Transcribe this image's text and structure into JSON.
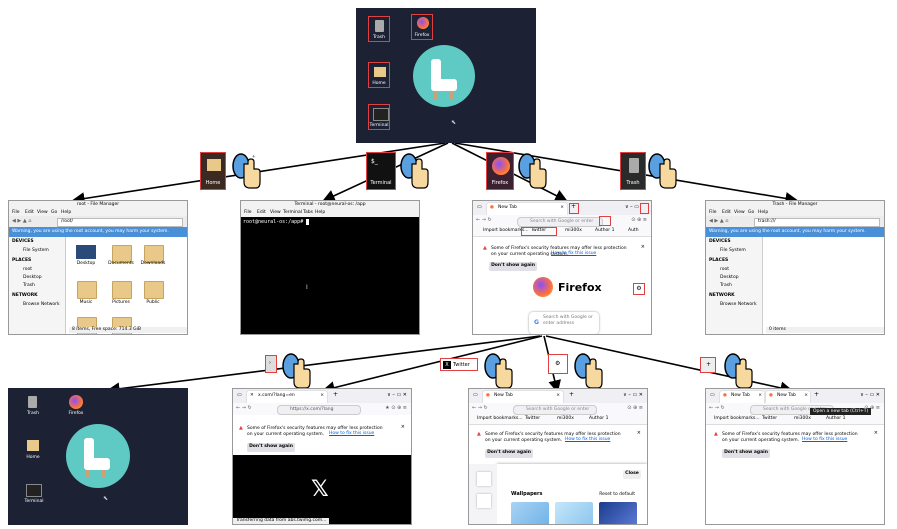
{
  "root": {
    "icons": {
      "trash": "Trash",
      "firefox": "Firefox",
      "home": "Home",
      "terminal": "Terminal"
    }
  },
  "edges_top": {
    "home": "Home",
    "terminal": "Terminal",
    "firefox": "Firefox",
    "trash": "Trash"
  },
  "edges_bottom": {
    "twitter": "Twitter"
  },
  "fm1": {
    "title": "root - File Manager",
    "menu": [
      "File",
      "Edit",
      "View",
      "Go",
      "Help"
    ],
    "path": "/root/",
    "warning": "Warning, you are using the root account, you may harm your system.",
    "side_devices": "DEVICES",
    "side_fs": "File System",
    "side_places": "PLACES",
    "side_root": "root",
    "side_desktop": "Desktop",
    "side_trash": "Trash",
    "side_network": "NETWORK",
    "side_browse": "Browse Network",
    "folders": [
      "Desktop",
      "Documents",
      "Downloads",
      "Music",
      "Pictures",
      "Public"
    ],
    "status": "8 items, Free space: 714.3 GiB"
  },
  "term": {
    "title": "Terminal - root@neural-os: /app",
    "menu": [
      "File",
      "Edit",
      "View",
      "Terminal",
      "Tabs",
      "Help"
    ],
    "prompt": "root@neural-os:/app# "
  },
  "ff1": {
    "tab": "New Tab",
    "search_placeholder": "Search with Google or enter",
    "bookmarks": [
      "Import bookmarks...",
      "Twitter",
      "mi300x",
      "Author 1",
      "Auth"
    ],
    "notice": "Some of Firefox's security features may offer less protection on your current operating system.",
    "notice_link": "How to fix this issue",
    "dont_show": "Don't show again",
    "brand": "Firefox",
    "center_search": "Search with Google or enter address"
  },
  "fm2": {
    "title": "Trash - File Manager",
    "menu": [
      "File",
      "Edit",
      "View",
      "Go",
      "Help"
    ],
    "path": "trash:///",
    "warning": "Warning, you are using the root account, you may harm your system.",
    "side_devices": "DEVICES",
    "side_fs": "File System",
    "side_places": "PLACES",
    "side_root": "root",
    "side_desktop": "Desktop",
    "side_trash": "Trash",
    "side_network": "NETWORK",
    "side_browse": "Browse Network",
    "status": "0 items"
  },
  "desk2": {
    "trash": "Trash",
    "firefox": "Firefox",
    "home": "Home",
    "terminal": "Terminal"
  },
  "ffx": {
    "tab": "x.com/?lang=en",
    "url": "https://x.com/?lang",
    "notice": "Some of Firefox's security features may offer less protection on your current operating system.",
    "notice_link": "How to fix this issue",
    "dont_show": "Don't show again",
    "status": "Transferring data from abs.twimg.com..."
  },
  "ffw": {
    "tab": "New Tab",
    "search_placeholder": "Search with Google or enter",
    "bookmarks": [
      "Import bookmarks...",
      "Twitter",
      "mi300x",
      "Author 1"
    ],
    "notice": "Some of Firefox's security features may offer less protection on your current operating system.",
    "notice_link": "How to fix this issue",
    "dont_show": "Don't show again",
    "close": "Close",
    "wallpapers": "Wallpapers",
    "reset": "Reset to default"
  },
  "ffn": {
    "tab": "New Tab",
    "tab2": "New Tab",
    "search_placeholder": "Search with Google or enter",
    "tooltip": "Open a new tab (Ctrl+T)",
    "bookmarks": [
      "Import bookmarks...",
      "Twitter",
      "mi300x",
      "Author 1"
    ],
    "notice": "Some of Firefox's security features may offer less protection on your current operating system.",
    "notice_link": "How to fix this issue",
    "dont_show": "Don't show again"
  },
  "colors": {
    "accent_red": "#e04040",
    "desktop_bg": "#1c2233",
    "llama": "#5fc9c4",
    "warn_blue": "#4a90d9"
  }
}
